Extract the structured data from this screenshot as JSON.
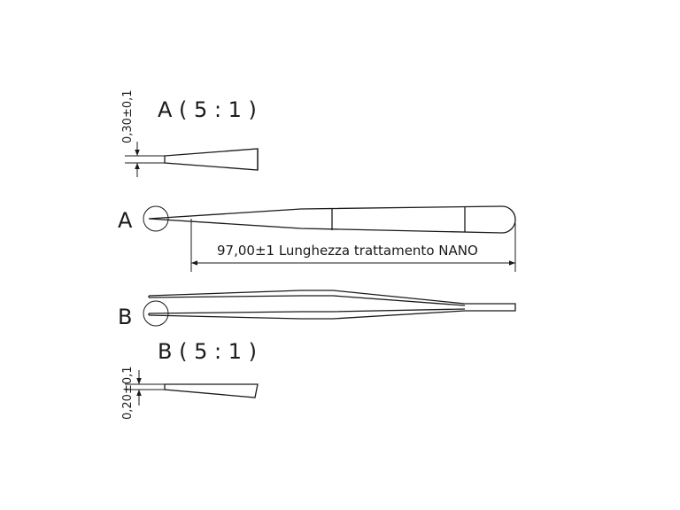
{
  "detail_a": {
    "title": "A ( 5 : 1 )",
    "dimension": "0,30±0,1"
  },
  "detail_b": {
    "title": "B ( 5 : 1 )",
    "dimension": "0,20±0,1"
  },
  "view_a": {
    "marker": "A"
  },
  "view_b": {
    "marker": "B"
  },
  "length_dimension": "97,00±1 Lunghezza trattamento NANO"
}
